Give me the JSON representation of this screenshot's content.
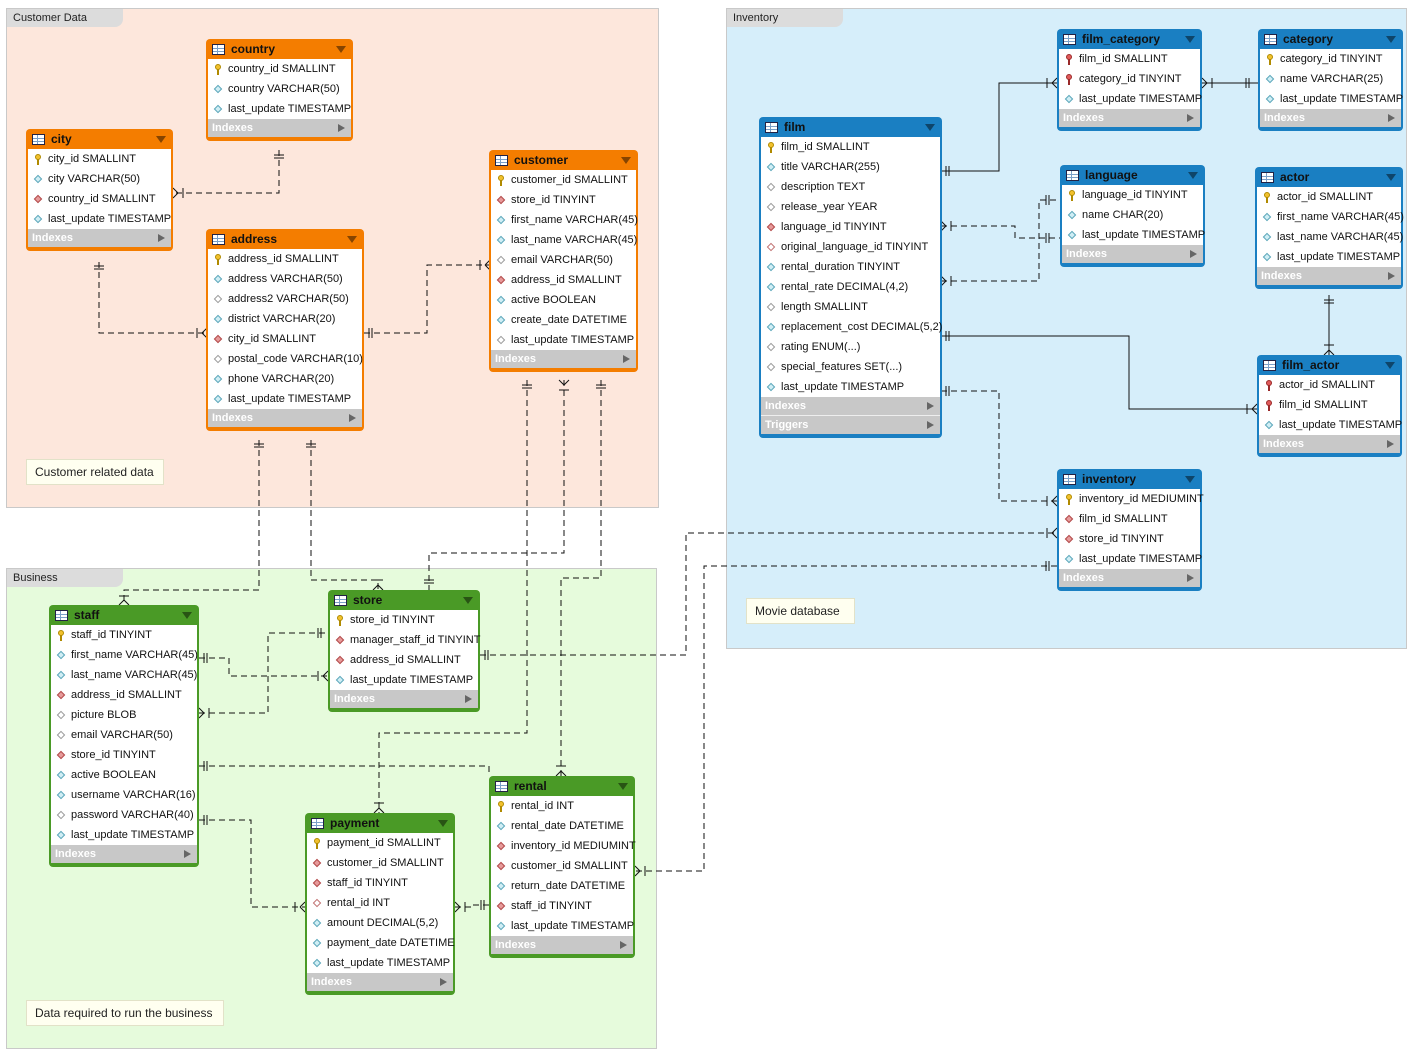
{
  "colors": {
    "customer": "#f47d00",
    "inventory": "#1a7fc2",
    "business": "#4a9a26"
  },
  "regions": [
    {
      "id": "customer",
      "label": "Customer Data",
      "note": "Customer related data"
    },
    {
      "id": "inventory",
      "label": "Inventory",
      "note": "Movie database"
    },
    {
      "id": "business",
      "label": "Business",
      "note": "Data required to run the business"
    }
  ],
  "tables": [
    {
      "id": "country",
      "name": "country",
      "region": "customer",
      "columns": [
        {
          "icon": "key",
          "text": "country_id SMALLINT"
        },
        {
          "icon": "attr",
          "text": "country VARCHAR(50)"
        },
        {
          "icon": "attr",
          "text": "last_update TIMESTAMP"
        }
      ],
      "sections": [
        "Indexes"
      ]
    },
    {
      "id": "city",
      "name": "city",
      "region": "customer",
      "columns": [
        {
          "icon": "key",
          "text": "city_id SMALLINT"
        },
        {
          "icon": "attr",
          "text": "city VARCHAR(50)"
        },
        {
          "icon": "fk",
          "text": "country_id SMALLINT"
        },
        {
          "icon": "attr",
          "text": "last_update TIMESTAMP"
        }
      ],
      "sections": [
        "Indexes"
      ]
    },
    {
      "id": "address",
      "name": "address",
      "region": "customer",
      "columns": [
        {
          "icon": "key",
          "text": "address_id SMALLINT"
        },
        {
          "icon": "attr",
          "text": "address VARCHAR(50)"
        },
        {
          "icon": "plain",
          "text": "address2 VARCHAR(50)"
        },
        {
          "icon": "attr",
          "text": "district VARCHAR(20)"
        },
        {
          "icon": "fk",
          "text": "city_id SMALLINT"
        },
        {
          "icon": "plain",
          "text": "postal_code VARCHAR(10)"
        },
        {
          "icon": "attr",
          "text": "phone VARCHAR(20)"
        },
        {
          "icon": "attr",
          "text": "last_update TIMESTAMP"
        }
      ],
      "sections": [
        "Indexes"
      ]
    },
    {
      "id": "customer",
      "name": "customer",
      "region": "customer",
      "columns": [
        {
          "icon": "key",
          "text": "customer_id SMALLINT"
        },
        {
          "icon": "fk",
          "text": "store_id TINYINT"
        },
        {
          "icon": "attr",
          "text": "first_name VARCHAR(45)"
        },
        {
          "icon": "attr",
          "text": "last_name VARCHAR(45)"
        },
        {
          "icon": "plain",
          "text": "email VARCHAR(50)"
        },
        {
          "icon": "fk",
          "text": "address_id SMALLINT"
        },
        {
          "icon": "attr",
          "text": "active BOOLEAN"
        },
        {
          "icon": "attr",
          "text": "create_date DATETIME"
        },
        {
          "icon": "plain",
          "text": "last_update TIMESTAMP"
        }
      ],
      "sections": [
        "Indexes"
      ]
    },
    {
      "id": "film",
      "name": "film",
      "region": "inventory",
      "columns": [
        {
          "icon": "key",
          "text": "film_id SMALLINT"
        },
        {
          "icon": "attr",
          "text": "title VARCHAR(255)"
        },
        {
          "icon": "plain",
          "text": "description TEXT"
        },
        {
          "icon": "plain",
          "text": "release_year YEAR"
        },
        {
          "icon": "fk",
          "text": "language_id TINYINT"
        },
        {
          "icon": "nfk",
          "text": "original_language_id TINYINT"
        },
        {
          "icon": "attr",
          "text": "rental_duration TINYINT"
        },
        {
          "icon": "attr",
          "text": "rental_rate DECIMAL(4,2)"
        },
        {
          "icon": "plain",
          "text": "length SMALLINT"
        },
        {
          "icon": "attr",
          "text": "replacement_cost DECIMAL(5,2)"
        },
        {
          "icon": "plain",
          "text": "rating ENUM(...)"
        },
        {
          "icon": "plain",
          "text": "special_features SET(...)"
        },
        {
          "icon": "attr",
          "text": "last_update TIMESTAMP"
        }
      ],
      "sections": [
        "Indexes",
        "Triggers"
      ]
    },
    {
      "id": "film_category",
      "name": "film_category",
      "region": "inventory",
      "columns": [
        {
          "icon": "keyred",
          "text": "film_id SMALLINT"
        },
        {
          "icon": "keyred",
          "text": "category_id TINYINT"
        },
        {
          "icon": "attr",
          "text": "last_update TIMESTAMP"
        }
      ],
      "sections": [
        "Indexes"
      ]
    },
    {
      "id": "category",
      "name": "category",
      "region": "inventory",
      "columns": [
        {
          "icon": "key",
          "text": "category_id TINYINT"
        },
        {
          "icon": "attr",
          "text": "name VARCHAR(25)"
        },
        {
          "icon": "attr",
          "text": "last_update TIMESTAMP"
        }
      ],
      "sections": [
        "Indexes"
      ]
    },
    {
      "id": "language",
      "name": "language",
      "region": "inventory",
      "columns": [
        {
          "icon": "key",
          "text": "language_id TINYINT"
        },
        {
          "icon": "attr",
          "text": "name CHAR(20)"
        },
        {
          "icon": "attr",
          "text": "last_update TIMESTAMP"
        }
      ],
      "sections": [
        "Indexes"
      ]
    },
    {
      "id": "actor",
      "name": "actor",
      "region": "inventory",
      "columns": [
        {
          "icon": "key",
          "text": "actor_id SMALLINT"
        },
        {
          "icon": "attr",
          "text": "first_name VARCHAR(45)"
        },
        {
          "icon": "attr",
          "text": "last_name VARCHAR(45)"
        },
        {
          "icon": "attr",
          "text": "last_update TIMESTAMP"
        }
      ],
      "sections": [
        "Indexes"
      ]
    },
    {
      "id": "film_actor",
      "name": "film_actor",
      "region": "inventory",
      "columns": [
        {
          "icon": "keyred",
          "text": "actor_id SMALLINT"
        },
        {
          "icon": "keyred",
          "text": "film_id SMALLINT"
        },
        {
          "icon": "attr",
          "text": "last_update TIMESTAMP"
        }
      ],
      "sections": [
        "Indexes"
      ]
    },
    {
      "id": "inventory",
      "name": "inventory",
      "region": "inventory",
      "columns": [
        {
          "icon": "key",
          "text": "inventory_id MEDIUMINT"
        },
        {
          "icon": "fk",
          "text": "film_id SMALLINT"
        },
        {
          "icon": "fk",
          "text": "store_id TINYINT"
        },
        {
          "icon": "attr",
          "text": "last_update TIMESTAMP"
        }
      ],
      "sections": [
        "Indexes"
      ]
    },
    {
      "id": "staff",
      "name": "staff",
      "region": "business",
      "columns": [
        {
          "icon": "key",
          "text": "staff_id TINYINT"
        },
        {
          "icon": "attr",
          "text": "first_name VARCHAR(45)"
        },
        {
          "icon": "attr",
          "text": "last_name VARCHAR(45)"
        },
        {
          "icon": "fk",
          "text": "address_id SMALLINT"
        },
        {
          "icon": "plain",
          "text": "picture BLOB"
        },
        {
          "icon": "plain",
          "text": "email VARCHAR(50)"
        },
        {
          "icon": "fk",
          "text": "store_id TINYINT"
        },
        {
          "icon": "attr",
          "text": "active BOOLEAN"
        },
        {
          "icon": "attr",
          "text": "username VARCHAR(16)"
        },
        {
          "icon": "plain",
          "text": "password VARCHAR(40)"
        },
        {
          "icon": "attr",
          "text": "last_update TIMESTAMP"
        }
      ],
      "sections": [
        "Indexes"
      ]
    },
    {
      "id": "store",
      "name": "store",
      "region": "business",
      "columns": [
        {
          "icon": "key",
          "text": "store_id TINYINT"
        },
        {
          "icon": "fk",
          "text": "manager_staff_id TINYINT"
        },
        {
          "icon": "fk",
          "text": "address_id SMALLINT"
        },
        {
          "icon": "attr",
          "text": "last_update TIMESTAMP"
        }
      ],
      "sections": [
        "Indexes"
      ]
    },
    {
      "id": "payment",
      "name": "payment",
      "region": "business",
      "columns": [
        {
          "icon": "key",
          "text": "payment_id SMALLINT"
        },
        {
          "icon": "fk",
          "text": "customer_id SMALLINT"
        },
        {
          "icon": "fk",
          "text": "staff_id TINYINT"
        },
        {
          "icon": "nfk",
          "text": "rental_id INT"
        },
        {
          "icon": "attr",
          "text": "amount DECIMAL(5,2)"
        },
        {
          "icon": "attr",
          "text": "payment_date DATETIME"
        },
        {
          "icon": "attr",
          "text": "last_update TIMESTAMP"
        }
      ],
      "sections": [
        "Indexes"
      ]
    },
    {
      "id": "rental",
      "name": "rental",
      "region": "business",
      "columns": [
        {
          "icon": "key",
          "text": "rental_id INT"
        },
        {
          "icon": "attr",
          "text": "rental_date DATETIME"
        },
        {
          "icon": "fk",
          "text": "inventory_id MEDIUMINT"
        },
        {
          "icon": "fk",
          "text": "customer_id SMALLINT"
        },
        {
          "icon": "attr",
          "text": "return_date DATETIME"
        },
        {
          "icon": "fk",
          "text": "staff_id TINYINT"
        },
        {
          "icon": "attr",
          "text": "last_update TIMESTAMP"
        }
      ],
      "sections": [
        "Indexes"
      ]
    }
  ]
}
